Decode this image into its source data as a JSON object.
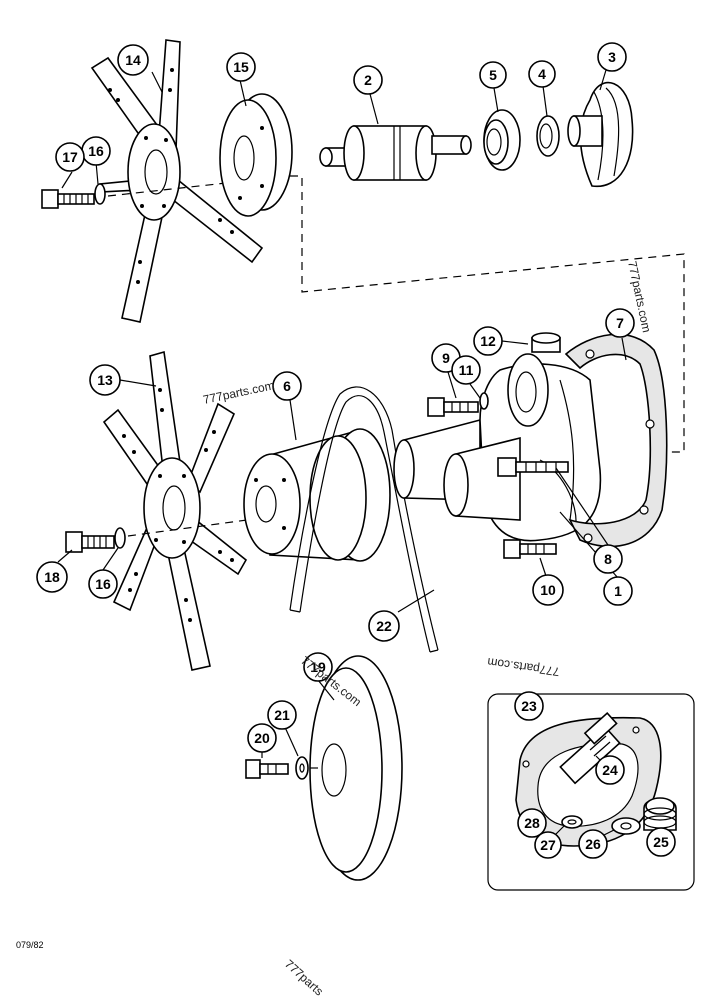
{
  "callouts": [
    {
      "n": "1"
    },
    {
      "n": "2"
    },
    {
      "n": "3"
    },
    {
      "n": "4"
    },
    {
      "n": "5"
    },
    {
      "n": "6"
    },
    {
      "n": "7"
    },
    {
      "n": "8"
    },
    {
      "n": "9"
    },
    {
      "n": "10"
    },
    {
      "n": "11"
    },
    {
      "n": "12"
    },
    {
      "n": "13"
    },
    {
      "n": "14"
    },
    {
      "n": "15"
    },
    {
      "n": "16"
    },
    {
      "n": "16"
    },
    {
      "n": "17"
    },
    {
      "n": "18"
    },
    {
      "n": "19"
    },
    {
      "n": "20"
    },
    {
      "n": "21"
    },
    {
      "n": "22"
    },
    {
      "n": "23"
    },
    {
      "n": "24"
    },
    {
      "n": "25"
    },
    {
      "n": "26"
    },
    {
      "n": "27"
    },
    {
      "n": "28"
    }
  ],
  "watermarks": [
    "777parts.com",
    "777parts.com",
    "777parts.com",
    "777parts.com",
    "777parts"
  ],
  "drawing_ref": "079/82"
}
